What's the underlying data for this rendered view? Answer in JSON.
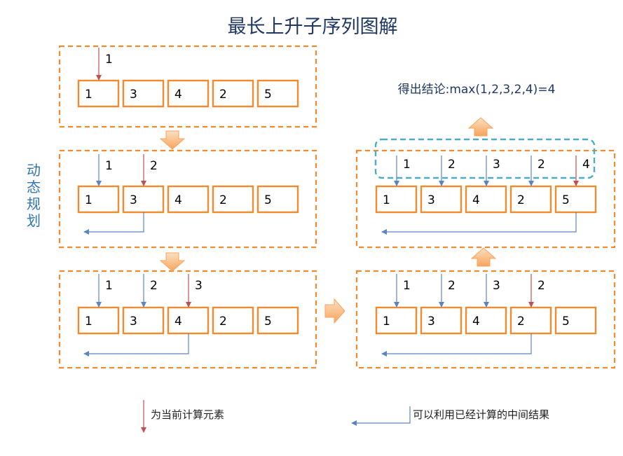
{
  "title": "最长上升子序列图解",
  "side_label": "动态规划",
  "conclusion": "得出结论:max(1,2,3,2,4)=4",
  "legend": {
    "current_label": "为当前计算元素",
    "reuse_label": "可以利用已经计算的中间结果"
  },
  "colors": {
    "box_border": "#F28A2E",
    "panel_border": "#F28A2E",
    "blue_arrow": "#5A84C2",
    "red_arrow": "#C0504D",
    "teal_highlight": "#4BACC6",
    "title_text": "#1F3864",
    "flow_arrow_fill": "#FAC08F"
  },
  "sequence": [
    "1",
    "3",
    "4",
    "2",
    "5"
  ],
  "panels": [
    {
      "id": "step1",
      "lis": [
        "1"
      ],
      "current_index": 0,
      "reuse_to": null
    },
    {
      "id": "step2",
      "lis": [
        "1",
        "2"
      ],
      "current_index": 1,
      "reuse_to": 1
    },
    {
      "id": "step3",
      "lis": [
        "1",
        "2",
        "3"
      ],
      "current_index": 2,
      "reuse_to": 2
    },
    {
      "id": "step4",
      "lis": [
        "1",
        "2",
        "3",
        "2"
      ],
      "current_index": 3,
      "reuse_to": 3
    },
    {
      "id": "step5",
      "lis": [
        "1",
        "2",
        "3",
        "2",
        "4"
      ],
      "current_index": 4,
      "reuse_to": 4
    }
  ]
}
